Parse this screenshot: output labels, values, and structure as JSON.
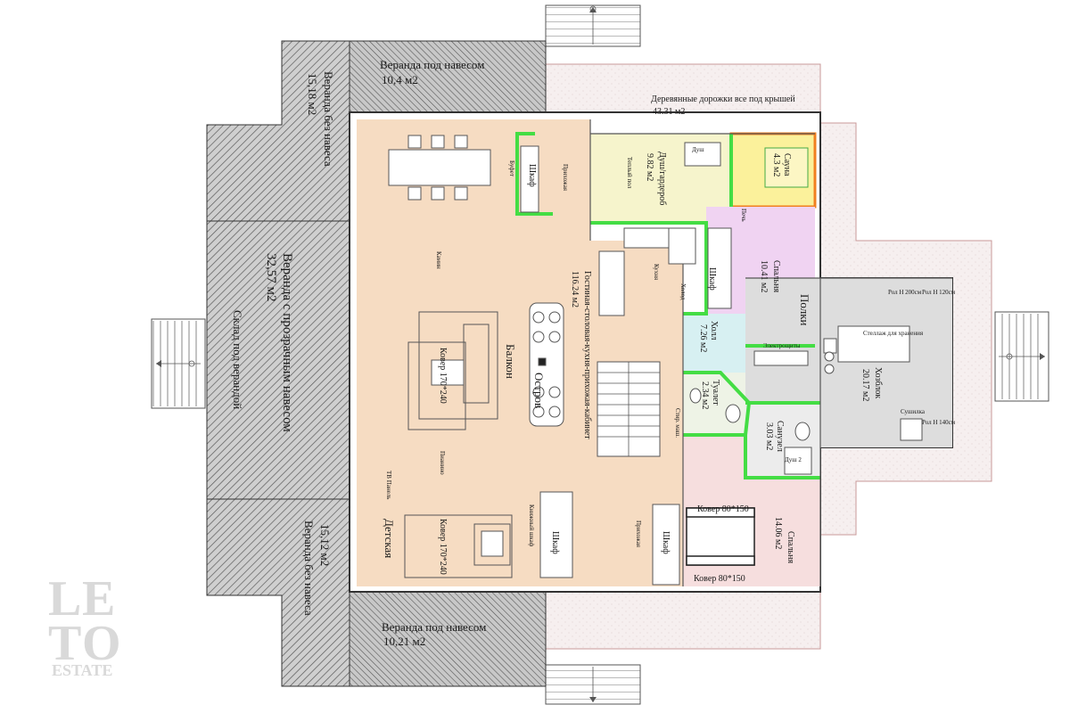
{
  "labels": {
    "veranda_top": "Веранда под навесом",
    "veranda_top_area": "10,4 м2",
    "veranda_bottom": "Веранда под навесом",
    "veranda_bottom_area": "10,21 м2",
    "veranda_nw": "Веранда без навеса",
    "veranda_nw_area": "15,18 м2",
    "veranda_sw": "Веранда без навеса",
    "veranda_sw_area": "15,12 м2",
    "veranda_west": "Веранда с прозрачным навесом",
    "veranda_west_area": "32,57 м2",
    "veranda_west_note": "Склад под верандой",
    "walkways": "Деревянные дорожки все под крышей",
    "walkways_area": "43.31 м2",
    "sauna": "Сауна",
    "sauna_area": "4.3 м2",
    "shower_room": "Душ/гардероб",
    "shower_room_area": "9.82 м2",
    "bedroom1": "Спальня",
    "bedroom1_area": "10.41 м2",
    "shelves": "Полки",
    "utility": "Хозблок",
    "utility_area": "20.17 м2",
    "hall": "Холл",
    "hall_area": "7.26 м2",
    "toilet": "Туалет",
    "toilet_area": "2.34 м2",
    "bathroom": "Санузел",
    "bathroom_area": "3.03 м2",
    "bedroom2": "Спальня",
    "bedroom2_area": "14.06 м2",
    "living": "Гостиная-столовая-кухня-прихожая-кабинет",
    "living_area": "116.24 м2",
    "balcony": "Балкон",
    "island": "Остров",
    "rug1": "Ковер 170*240",
    "rug2": "Ковер 170*240",
    "rug3": "Ковер 80*150",
    "rug4": "Ковер 80*150",
    "kids": "Детская",
    "wardrobe1": "Шкаф",
    "wardrobe2": "Шкаф",
    "wardrobe3": "Шкаф",
    "wardrobe4": "Шкаф",
    "fireplace": "Камин",
    "kitchen": "Кухня",
    "fridge": "Холод",
    "buffet": "Буфет",
    "hallway": "Прихожая",
    "hallway2": "Прихожая",
    "book_shelf": "Книжный шкаф",
    "tv_panel": "ТВ Панель",
    "piano": "Пианино",
    "electric": "Электрощиты",
    "warm_floor": "Теплый пол",
    "shower": "Душ",
    "shower2": "Душ 2",
    "furnace": "Печь",
    "storage_shelf": "Стеллаж для хранения",
    "rack1": "Рол Н 120см",
    "rack2": "Рол Н 140см",
    "rack3": "Рол Н 200см",
    "dryer": "Сушилка",
    "wash": "Стир. маш."
  },
  "logo": {
    "letters": "LETO",
    "subtitle": "ESTATE"
  },
  "colors": {
    "living": "#f6dcc2",
    "sauna": "#fbf19b",
    "shower_room": "#f6f4cc",
    "bedroom1": "#f0d3f2",
    "hall": "#d7f0f2",
    "utility": "#dddddd",
    "bedroom2": "#f6dede",
    "veranda_hatch": "#7a7a7a",
    "walkway": "#f5eeee",
    "green_wall": "#44dd44",
    "orange_wall": "#f08020"
  }
}
